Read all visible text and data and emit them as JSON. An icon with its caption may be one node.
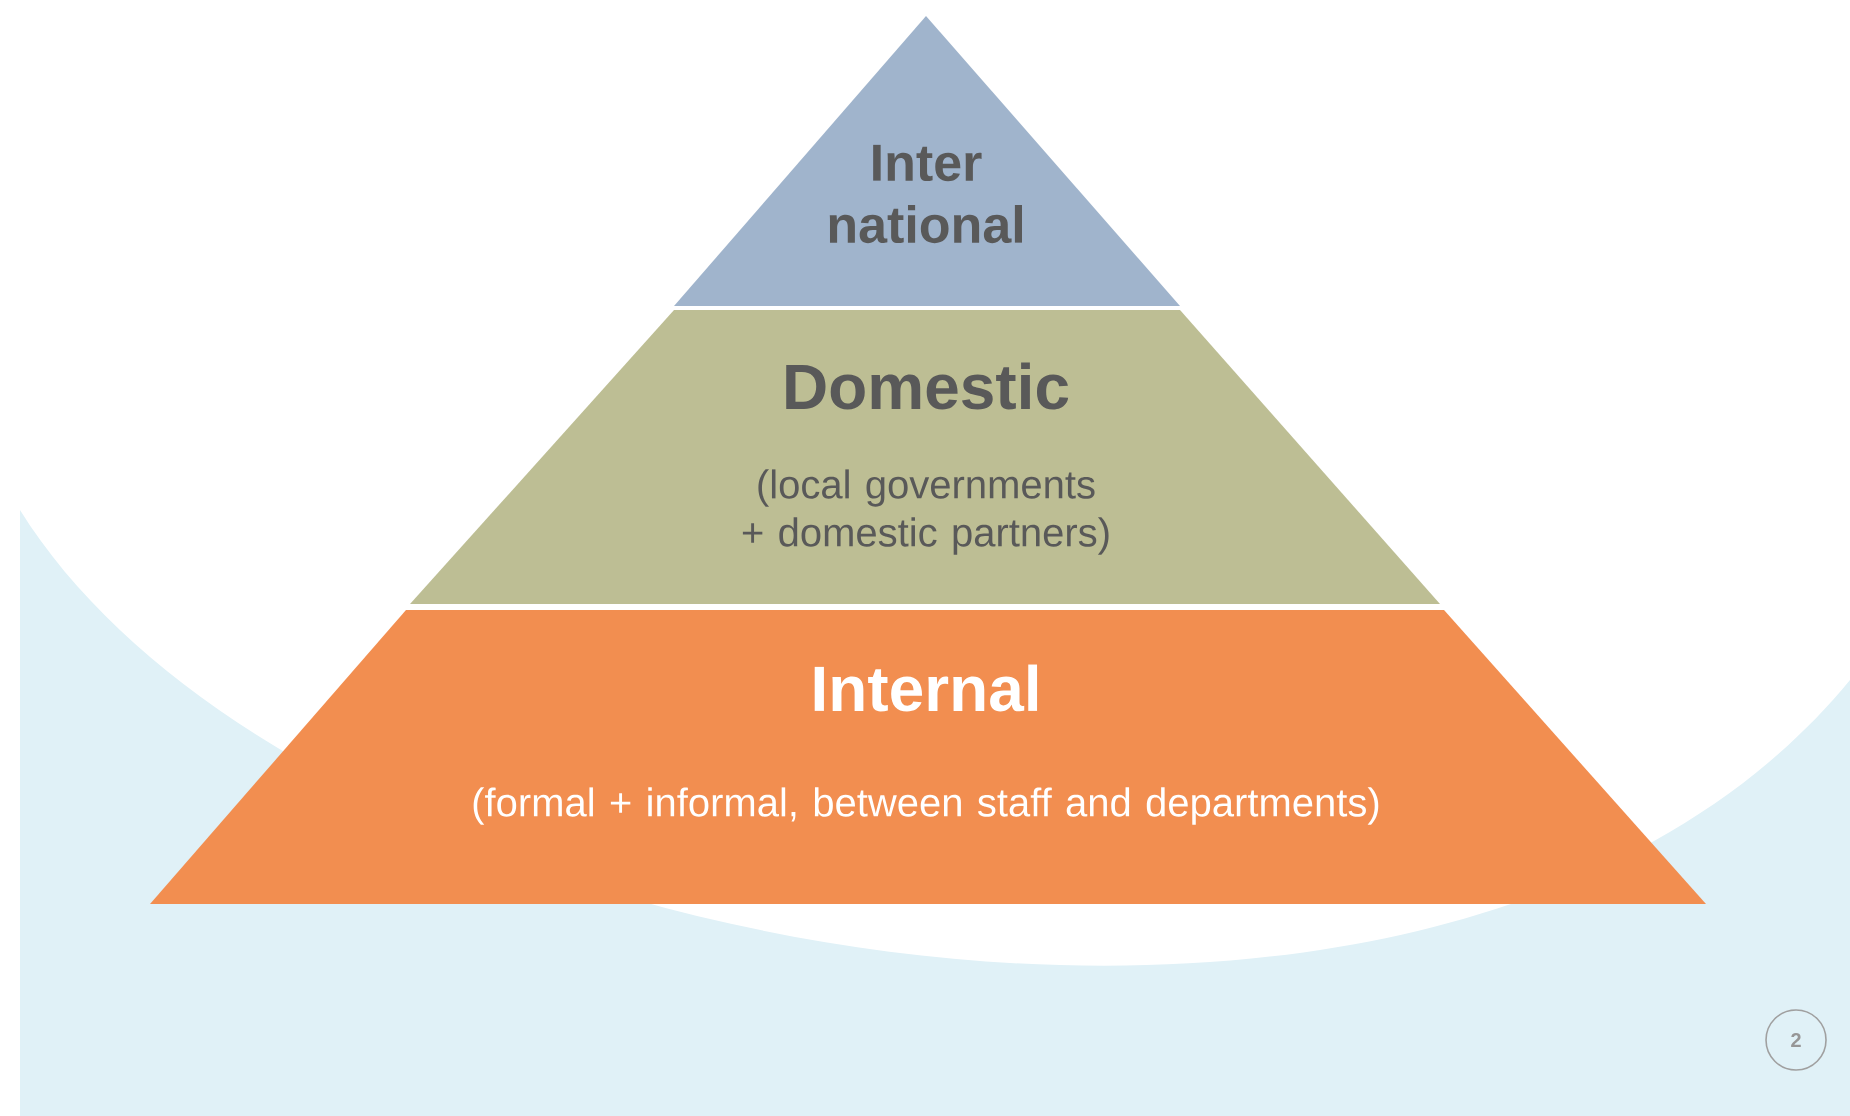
{
  "diagram": {
    "nodes": [
      {
        "text": [
          "Inter national"
        ]
      },
      {
        "text": [
          "Domestic",
          "(local governments + domestic partners)"
        ]
      },
      {
        "text": [
          "Internal",
          "(formal + informal, between staff and departments)"
        ]
      },
      {
        "text": [
          "2"
        ]
      }
    ]
  }
}
